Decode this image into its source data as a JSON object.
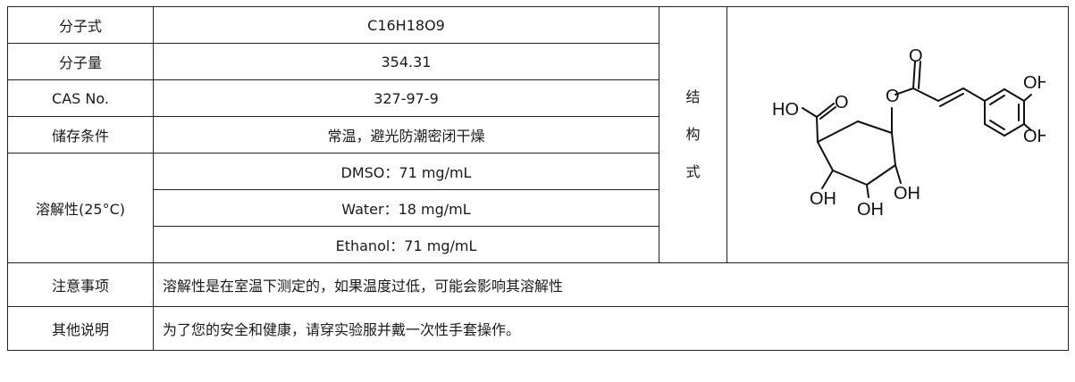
{
  "rows": {
    "formula": {
      "label": "分子式",
      "value": "C16H18O9"
    },
    "mw": {
      "label": "分子量",
      "value": "354.31"
    },
    "cas": {
      "label": "CAS No.",
      "value": "327-97-9"
    },
    "storage": {
      "label": "储存条件",
      "value": "常温，避光防潮密闭干燥"
    },
    "solubility": {
      "label": "溶解性(25°C)",
      "values": [
        "DMSO：71 mg/mL",
        "Water：18 mg/mL",
        "Ethanol：71 mg/mL"
      ]
    },
    "notes": {
      "label": "注意事项",
      "value": "溶解性是在室温下测定的，如果温度过低，可能会影响其溶解性"
    },
    "other": {
      "label": "其他说明",
      "value": "为了您的安全和健康，请穿实验服并戴一次性手套操作。"
    }
  },
  "structure": {
    "label_chars": [
      "结",
      "构",
      "式"
    ],
    "atom_labels": {
      "o_carbonyl": "O",
      "o_ester": "O",
      "o_acid": "O",
      "ho_acid": "HO",
      "oh_ring1": "OH",
      "oh_ring2": "OH",
      "oh_ring3": "OH",
      "oh_aryl1": "OH",
      "oh_aryl2": "OH"
    }
  }
}
